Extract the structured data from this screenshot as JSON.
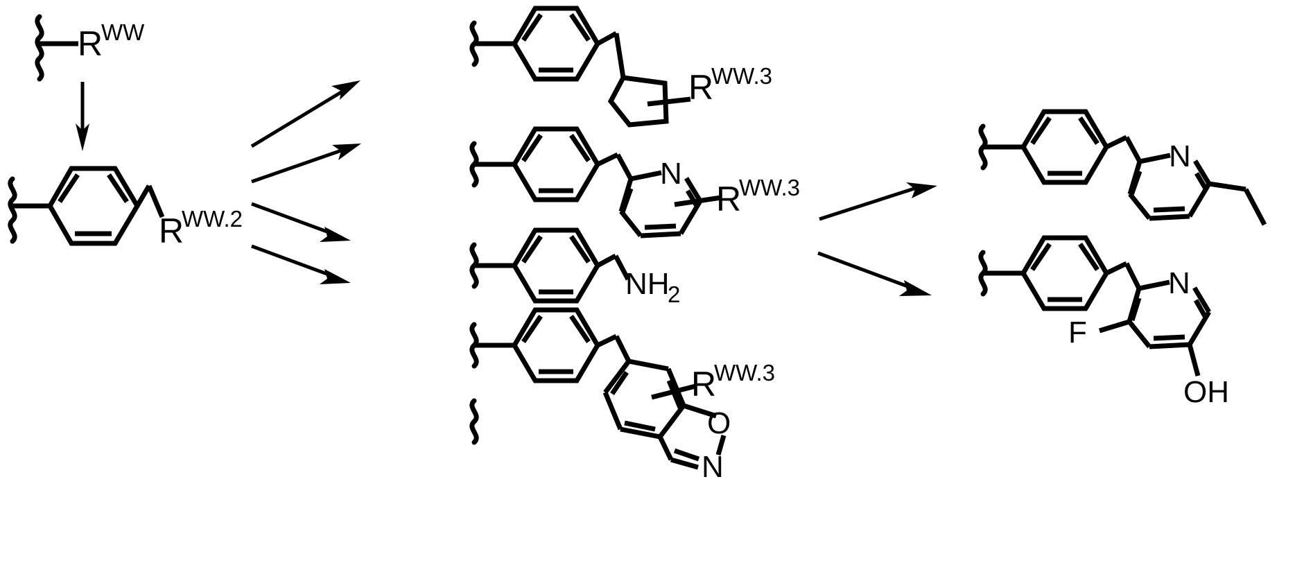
{
  "diagram": {
    "title": "Chemical reaction scheme for R-WW substituent elaboration",
    "type": "chemical-structure-scheme",
    "background_color": "#ffffff",
    "line_color": "#000000"
  },
  "labels": {
    "r_ww": {
      "base": "R",
      "sup": "WW"
    },
    "r_ww2": {
      "base": "R",
      "sup": "WW.2"
    },
    "r_ww3_cyclopentyl": {
      "base": "R",
      "sup": "WW.3"
    },
    "r_ww3_pyridine": {
      "base": "R",
      "sup": "WW.3"
    },
    "r_ww3_benzisoxazole": {
      "base": "R",
      "sup": "WW.3"
    },
    "amine": {
      "base": "NH",
      "sub": "2"
    },
    "nitrogen_pyridine_mid": "N",
    "nitrogen_pyridine_ethyl": "N",
    "nitrogen_pyridine_fluoro": "N",
    "nitrogen_isoxazole": "N",
    "oxygen_isoxazole": "O",
    "fluorine": "F",
    "hydroxyl": "OH"
  },
  "structures": [
    {
      "id": "start-rww",
      "name": "R-WW generic substituent",
      "description": "Wavy attachment point bonded to R superscript WW"
    },
    {
      "id": "benzyl-rww2",
      "name": "4-substituted benzyl R-WW.2",
      "description": "Phenyl ring with wavy attachment at para position and CH2-R(WW.2)"
    },
    {
      "id": "benzyl-cyclopentyl",
      "name": "benzyl cyclopentyl R-WW.3",
      "description": "Phenyl with CH2 linked to cyclopentane bearing generic R(WW.3)"
    },
    {
      "id": "benzyl-pyridine",
      "name": "benzyl pyridine R-WW.3",
      "description": "Phenyl with CH2 linked to pyridin-2-yl bearing generic R(WW.3)"
    },
    {
      "id": "benzylamine",
      "name": "benzylamine",
      "description": "Phenyl with CH2-NH2"
    },
    {
      "id": "benzyl-benzisoxazole",
      "name": "benzyl benzisoxazole R-WW.3",
      "description": "Phenyl with CH2 linked to 1,2-benzisoxazole bearing generic R(WW.3)"
    },
    {
      "id": "benzyl-ethylpyridine",
      "name": "benzyl 6-ethylpyridin-2-yl",
      "description": "Phenyl with CH2 linked to 6-ethylpyridin-2-yl"
    },
    {
      "id": "benzyl-fluorohydroxypyridine",
      "name": "benzyl 3-fluoro-5-hydroxypyridin-2-yl",
      "description": "Phenyl with CH2 linked to pyridine bearing F and OH"
    }
  ],
  "arrows": [
    {
      "id": "arrow-down",
      "from": "start-rww",
      "to": "benzyl-rww2",
      "direction": "down"
    },
    {
      "id": "arrow-branch-1",
      "from": "benzyl-rww2",
      "to": "benzyl-cyclopentyl",
      "direction": "up-right"
    },
    {
      "id": "arrow-branch-2",
      "from": "benzyl-rww2",
      "to": "benzyl-pyridine",
      "direction": "up-right"
    },
    {
      "id": "arrow-branch-3",
      "from": "benzyl-rww2",
      "to": "benzylamine",
      "direction": "down-right"
    },
    {
      "id": "arrow-branch-4",
      "from": "benzyl-rww2",
      "to": "benzyl-benzisoxazole",
      "direction": "down-right"
    },
    {
      "id": "arrow-right-1",
      "from": "benzyl-pyridine",
      "to": "benzyl-ethylpyridine",
      "direction": "up-right"
    },
    {
      "id": "arrow-right-2",
      "from": "benzyl-pyridine",
      "to": "benzyl-fluorohydroxypyridine",
      "direction": "down-right"
    }
  ]
}
